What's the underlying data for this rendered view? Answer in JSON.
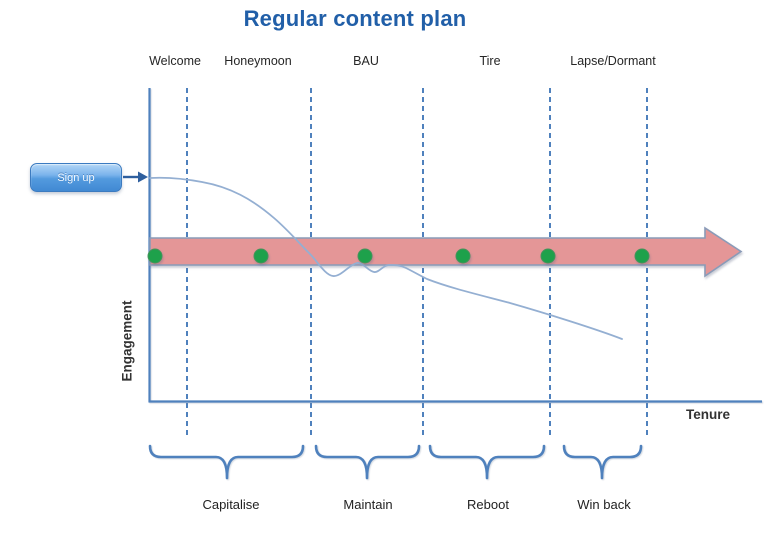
{
  "title": "Regular content plan",
  "signup": {
    "label": "Sign up"
  },
  "axes": {
    "y_label": "Engagement",
    "x_label": "Tenure"
  },
  "phases": [
    {
      "label": "Welcome"
    },
    {
      "label": "Honeymoon"
    },
    {
      "label": "BAU"
    },
    {
      "label": "Tire"
    },
    {
      "label": "Lapse/Dormant"
    }
  ],
  "stages": [
    {
      "label": "Capitalise"
    },
    {
      "label": "Maintain"
    },
    {
      "label": "Reboot"
    },
    {
      "label": "Win back"
    }
  ],
  "touchpoint_count": 6,
  "colors": {
    "title_text": "#215FA8",
    "axis_line": "#4F81BD",
    "dashed_line": "#4F81BD",
    "curve_line": "#94AFD2",
    "band_fill": "#E49697",
    "band_border": "#8A9BB8",
    "dot_fill": "#1EA14B",
    "dot_border": "#47925C",
    "brace": "#4F81BD",
    "signup_arrow": "#2E5F9E",
    "label_text": "#262626",
    "signup_text": "#F2F8FF"
  }
}
